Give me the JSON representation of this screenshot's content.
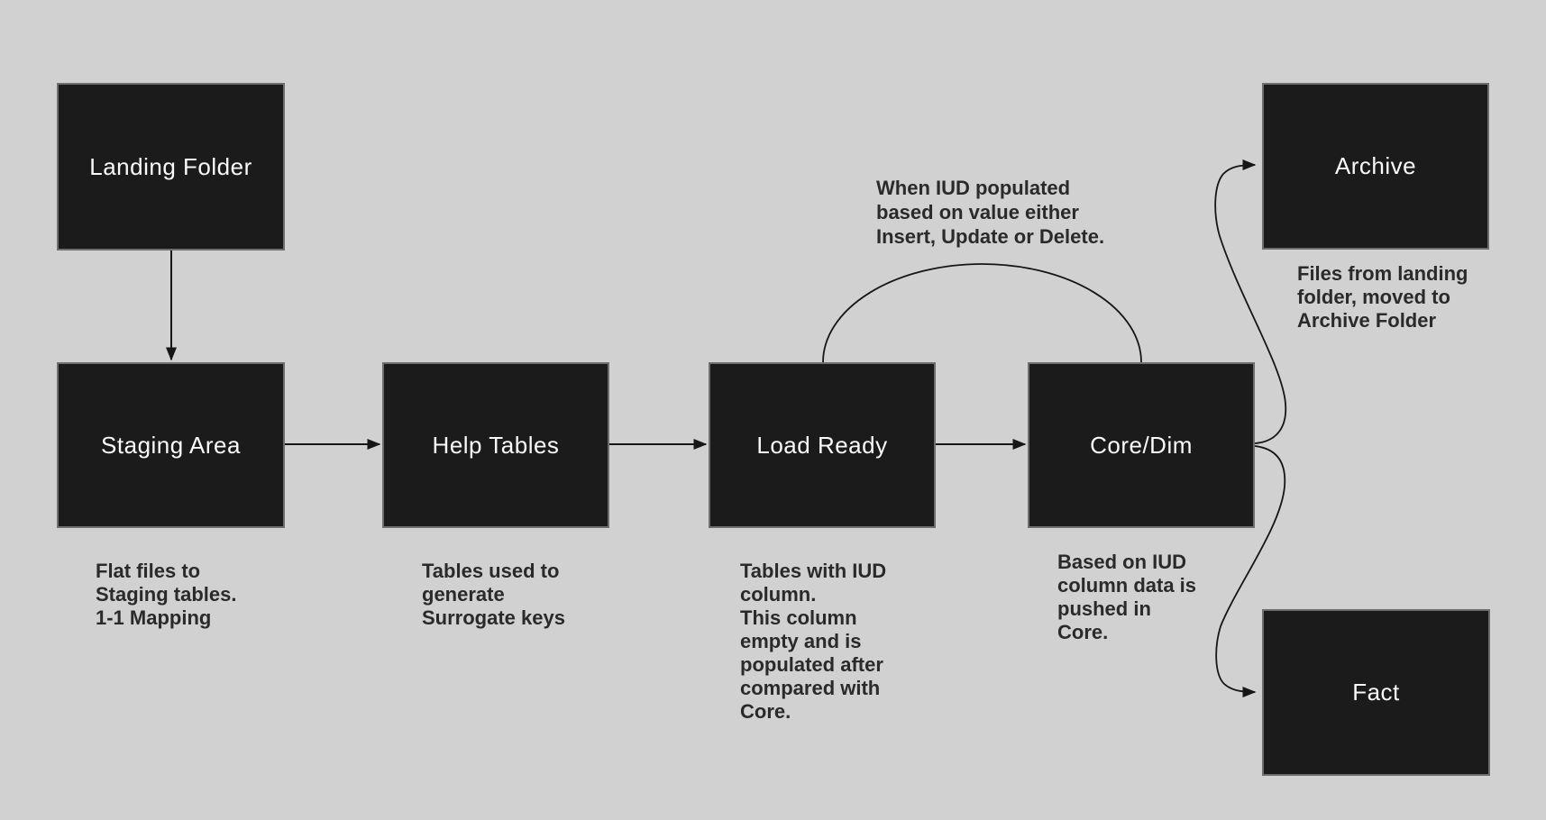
{
  "canvas": {
    "background_color": "#d1d1d1",
    "box_fill_color": "#1b1b1b",
    "box_text_color": "#fafafa",
    "caption_color": "#2a2a2a",
    "line_color": "#161616"
  },
  "nodes": {
    "landing_folder": {
      "label": "Landing Folder",
      "caption": ""
    },
    "staging_area": {
      "label": "Staging Area",
      "caption": "Flat files to\nStaging tables.\n1-1 Mapping"
    },
    "help_tables": {
      "label": "Help Tables",
      "caption": "Tables used to\ngenerate\nSurrogate keys"
    },
    "load_ready": {
      "label": "Load Ready",
      "caption": "Tables with IUD\ncolumn.\nThis column\nempty and is\npopulated after\ncompared with\nCore."
    },
    "core_dim": {
      "label": "Core/Dim",
      "caption": "Based on IUD\ncolumn data is\npushed in\nCore."
    },
    "archive": {
      "label": "Archive",
      "caption": "Files from landing\nfolder, moved to\nArchive Folder"
    },
    "fact": {
      "label": "Fact",
      "caption": ""
    }
  },
  "annotations": {
    "iud_note": "When IUD populated\nbased on value either\nInsert, Update or Delete."
  },
  "edges": [
    {
      "from": "landing_folder",
      "to": "staging_area",
      "style": "straight-arrow"
    },
    {
      "from": "staging_area",
      "to": "help_tables",
      "style": "straight-arrow"
    },
    {
      "from": "help_tables",
      "to": "load_ready",
      "style": "straight-arrow"
    },
    {
      "from": "load_ready",
      "to": "core_dim",
      "style": "straight-arrow"
    },
    {
      "from": "load_ready",
      "to": "core_dim",
      "style": "top-arc"
    },
    {
      "from": "core_dim",
      "to": "archive",
      "style": "s-curve-arrow"
    },
    {
      "from": "core_dim",
      "to": "fact",
      "style": "s-curve-arrow"
    }
  ]
}
